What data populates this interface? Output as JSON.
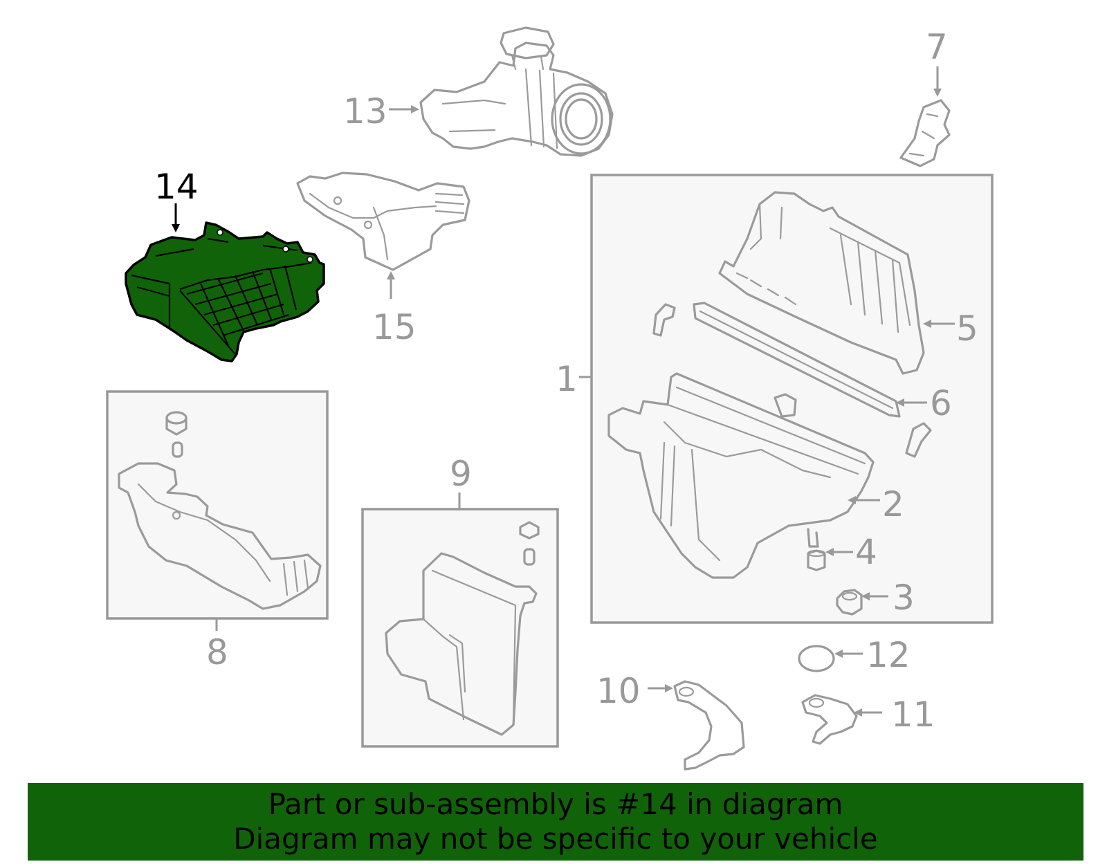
{
  "diagram": {
    "highlighted_part": "14",
    "highlight_color": "#116309",
    "label_color": "#999999",
    "labels": {
      "p1": "1",
      "p2": "2",
      "p3": "3",
      "p4": "4",
      "p5": "5",
      "p6": "6",
      "p7": "7",
      "p8": "8",
      "p9": "9",
      "p10": "10",
      "p11": "11",
      "p12": "12",
      "p13": "13",
      "p14": "14",
      "p15": "15"
    }
  },
  "banner": {
    "line1": "Part or sub-assembly is #14 in diagram",
    "line2": "Diagram may not be specific to your vehicle",
    "background": "#116309"
  }
}
